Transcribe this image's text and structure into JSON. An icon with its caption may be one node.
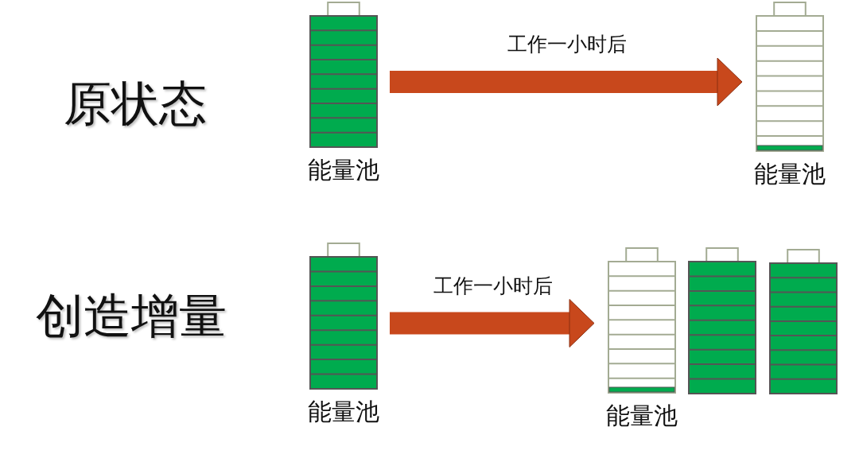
{
  "diagram": {
    "nodes": [
      {
        "text": [
          "能量池"
        ]
      },
      {
        "text": [
          "能量池"
        ]
      },
      {
        "text": [
          "能量池"
        ]
      },
      {
        "text": [
          "能量池"
        ]
      },
      {
        "text": [],
        "shape": "battery"
      },
      {
        "text": [],
        "shape": "battery"
      }
    ],
    "edges": [
      {
        "from": 0,
        "to": 1,
        "arrow": "to",
        "label": "工作一小时后",
        "color": "#c8481c"
      },
      {
        "from": 2,
        "to": 3,
        "arrow": "to",
        "label": "工作一小时后",
        "color": "#c8481c"
      }
    ],
    "labels": [
      "原状态",
      "创造增量"
    ]
  }
}
